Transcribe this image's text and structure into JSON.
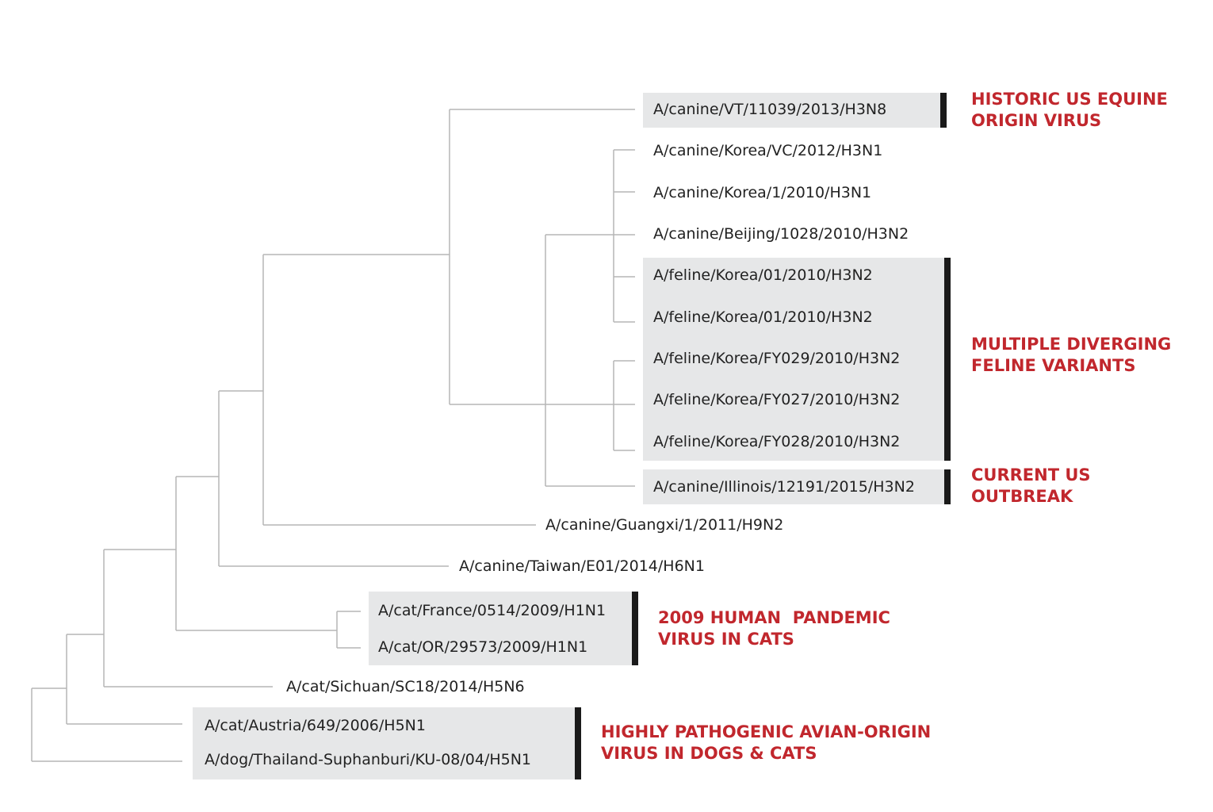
{
  "leaves": [
    {
      "id": "vt11039",
      "label": "A/canine/VT/11039/2013/H3N8"
    },
    {
      "id": "koreaVC",
      "label": "A/canine/Korea/VC/2012/H3N1"
    },
    {
      "id": "korea1",
      "label": "A/canine/Korea/1/2010/H3N1"
    },
    {
      "id": "beijing",
      "label": "A/canine/Beijing/1028/2010/H3N2"
    },
    {
      "id": "fel01a",
      "label": "A/feline/Korea/01/2010/H3N2"
    },
    {
      "id": "fel01b",
      "label": "A/feline/Korea/01/2010/H3N2"
    },
    {
      "id": "fy029",
      "label": "A/feline/Korea/FY029/2010/H3N2"
    },
    {
      "id": "fy027",
      "label": "A/feline/Korea/FY027/2010/H3N2"
    },
    {
      "id": "fy028",
      "label": "A/feline/Korea/FY028/2010/H3N2"
    },
    {
      "id": "illinois",
      "label": "A/canine/Illinois/12191/2015/H3N2"
    },
    {
      "id": "guangxi",
      "label": "A/canine/Guangxi/1/2011/H9N2"
    },
    {
      "id": "taiwan",
      "label": "A/canine/Taiwan/E01/2014/H6N1"
    },
    {
      "id": "france",
      "label": "A/cat/France/0514/2009/H1N1"
    },
    {
      "id": "oregon",
      "label": "A/cat/OR/29573/2009/H1N1"
    },
    {
      "id": "sichuan",
      "label": "A/cat/Sichuan/SC18/2014/H5N6"
    },
    {
      "id": "austria",
      "label": "A/cat/Austria/649/2006/H5N1"
    },
    {
      "id": "thailand",
      "label": "A/dog/Thailand-Suphanburi/KU-08/04/H5N1"
    }
  ],
  "groups": [
    {
      "id": "equine",
      "leaves": [
        "vt11039"
      ],
      "label_lines": [
        "HISTORIC US EQUINE",
        "ORIGIN VIRUS"
      ]
    },
    {
      "id": "feline",
      "leaves": [
        "fel01a",
        "fel01b",
        "fy029",
        "fy027",
        "fy028"
      ],
      "label_lines": [
        "MULTIPLE DIVERGING",
        "FELINE VARIANTS"
      ]
    },
    {
      "id": "current",
      "leaves": [
        "illinois"
      ],
      "label_lines": [
        "CURRENT US",
        "OUTBREAK"
      ]
    },
    {
      "id": "pandemic",
      "leaves": [
        "france",
        "oregon"
      ],
      "label_lines": [
        "2009 HUMAN  PANDEMIC",
        "VIRUS IN CATS"
      ]
    },
    {
      "id": "avian",
      "leaves": [
        "austria",
        "thailand"
      ],
      "label_lines": [
        "HIGHLY PATHOGENIC AVIAN-ORIGIN",
        "VIRUS IN DOGS & CATS"
      ]
    }
  ],
  "colors": {
    "annotation": "#c1272d",
    "branch": "#b5b5b5",
    "highlight_box": "#e6e7e8",
    "bracket": "#1a1a1a"
  }
}
